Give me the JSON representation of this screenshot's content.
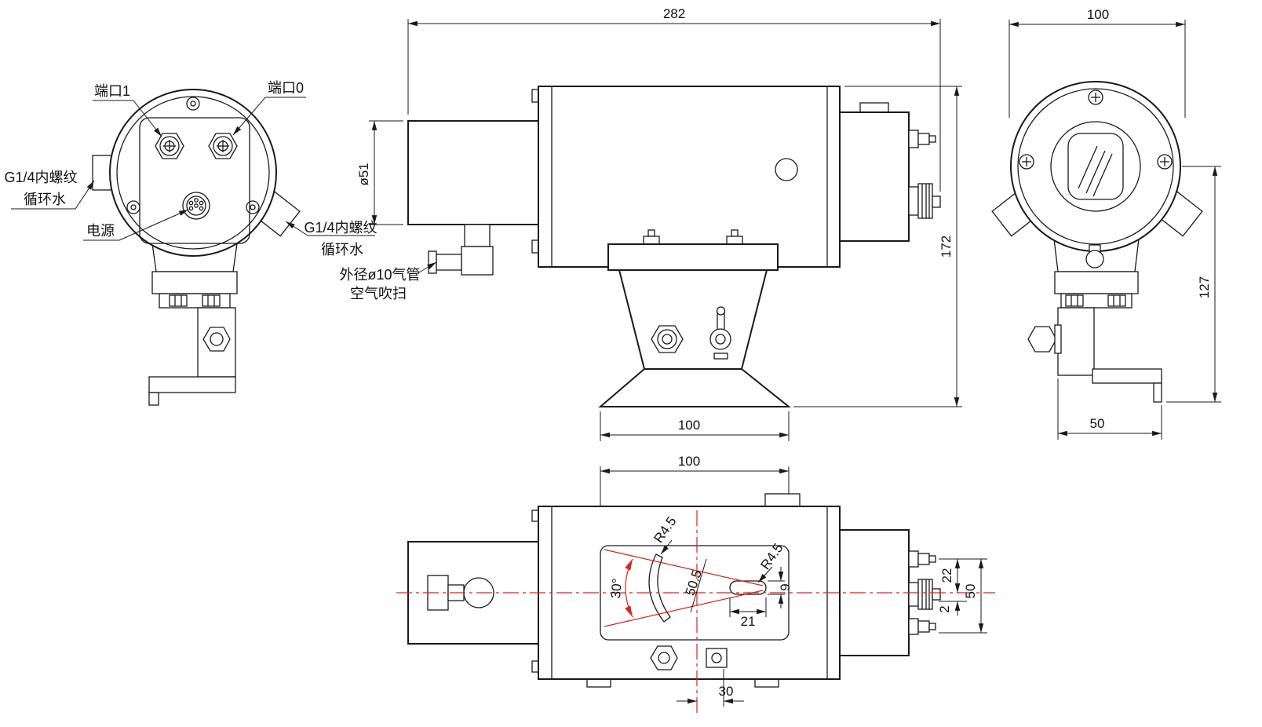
{
  "colors": {
    "line": "#1a1a1a",
    "centerline_red": "#d9251d",
    "background": "#ffffff"
  },
  "rear_view": {
    "port1_label": "端口1",
    "port0_label": "端口0",
    "water_left_line1": "G1/4内螺纹",
    "water_left_line2": "循环水",
    "power_label": "电源",
    "water_right_line1": "G1/4内螺纹",
    "water_right_line2": "循环水"
  },
  "side_view": {
    "dim_overall_length": "282",
    "dim_tube_diameter": "ø51",
    "dim_overall_height": "172",
    "dim_base_width": "100",
    "air_purge_line1": "外径ø10气管",
    "air_purge_line2": "空气吹扫"
  },
  "front_view": {
    "dim_width": "100",
    "dim_height": "127",
    "dim_bracket_width": "50"
  },
  "top_view": {
    "dim_width": "100",
    "dim_radius_left": "R4.5",
    "dim_radius_right": "R4.5",
    "dim_angle": "30°",
    "dim_span": "50.5",
    "dim_slot_length": "21",
    "dim_slot_width": "9",
    "dim_offset_22": "22",
    "dim_offset_2": "2",
    "dim_offset_50": "50",
    "dim_offset_30": "30"
  }
}
